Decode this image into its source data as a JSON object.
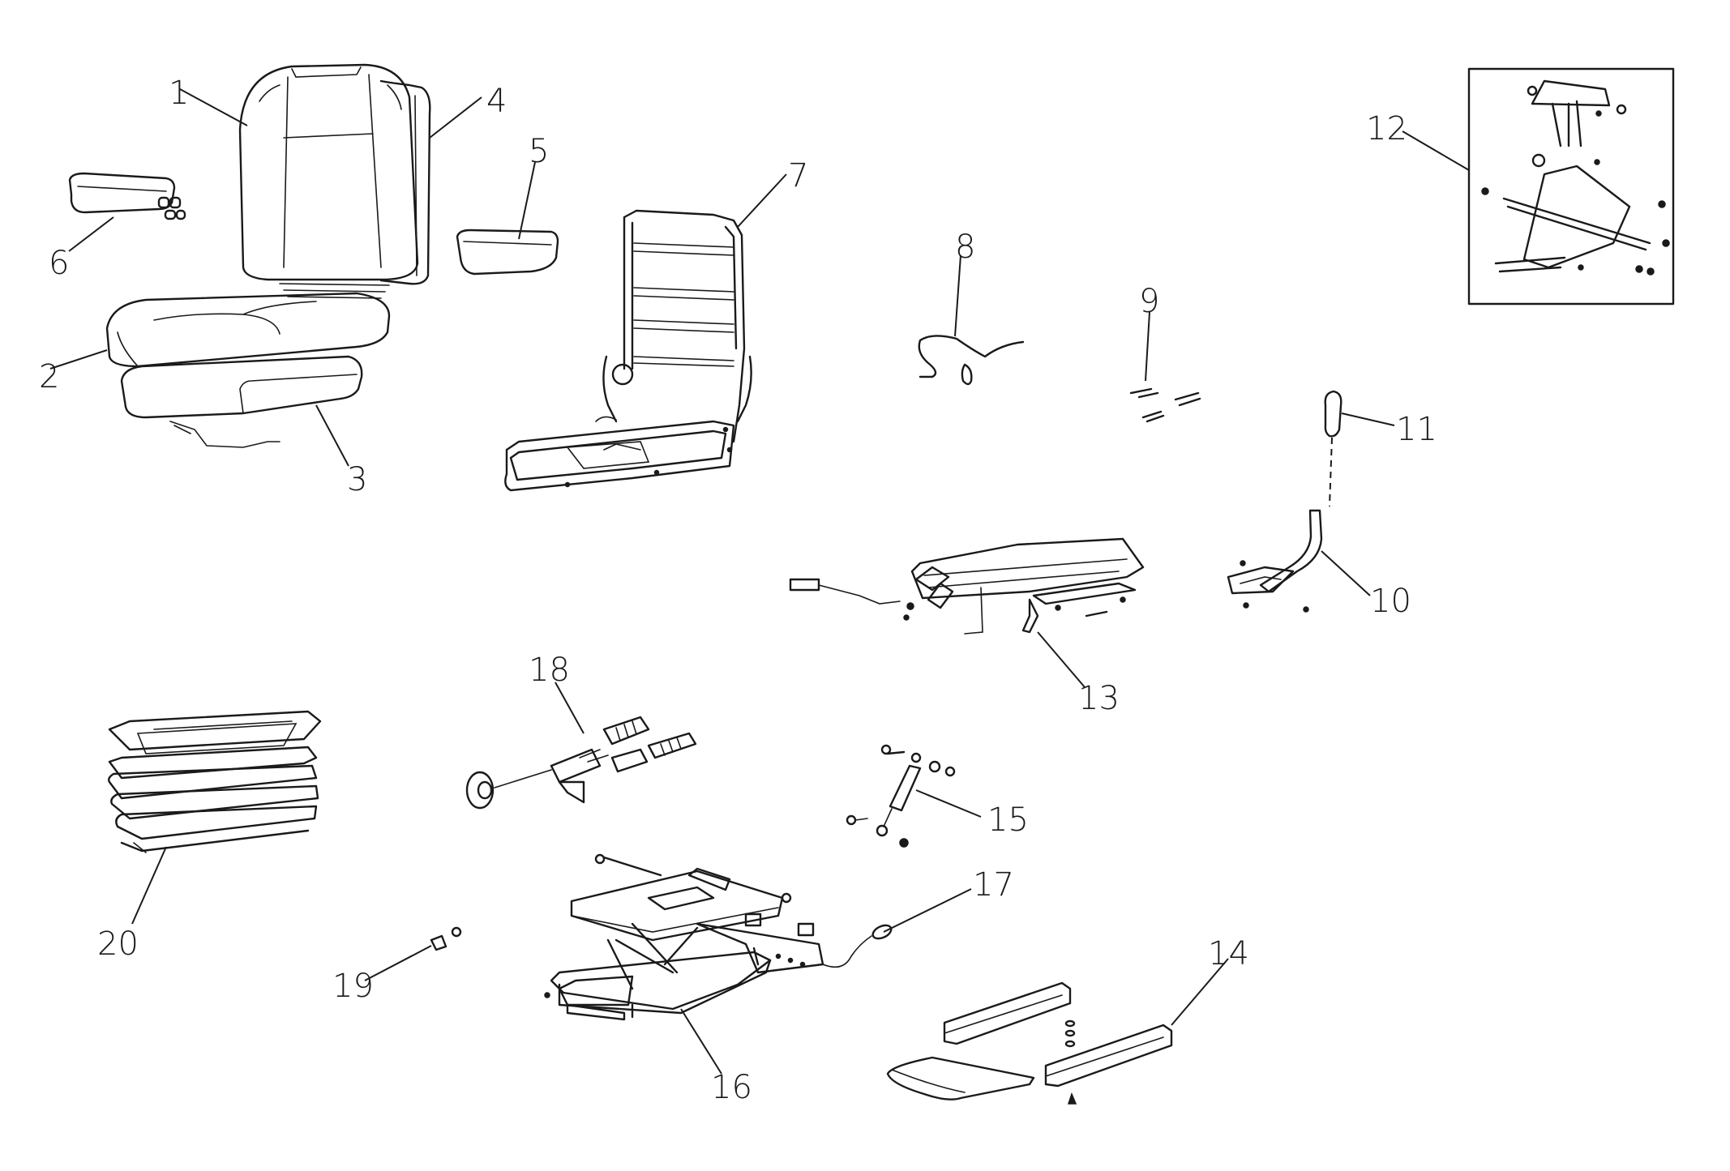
{
  "diagram": {
    "callouts": [
      {
        "id": "1",
        "label": "1"
      },
      {
        "id": "2",
        "label": "2"
      },
      {
        "id": "3",
        "label": "3"
      },
      {
        "id": "4",
        "label": "4"
      },
      {
        "id": "5",
        "label": "5"
      },
      {
        "id": "6",
        "label": "6"
      },
      {
        "id": "7",
        "label": "7"
      },
      {
        "id": "8",
        "label": "8"
      },
      {
        "id": "9",
        "label": "9"
      },
      {
        "id": "10",
        "label": "10"
      },
      {
        "id": "11",
        "label": "11"
      },
      {
        "id": "12",
        "label": "12"
      },
      {
        "id": "13",
        "label": "13"
      },
      {
        "id": "14",
        "label": "14"
      },
      {
        "id": "15",
        "label": "15"
      },
      {
        "id": "16",
        "label": "16"
      },
      {
        "id": "17",
        "label": "17"
      },
      {
        "id": "18",
        "label": "18"
      },
      {
        "id": "19",
        "label": "19"
      },
      {
        "id": "20",
        "label": "20"
      }
    ],
    "line_color": "#1a1a1a",
    "background": "#ffffff"
  }
}
